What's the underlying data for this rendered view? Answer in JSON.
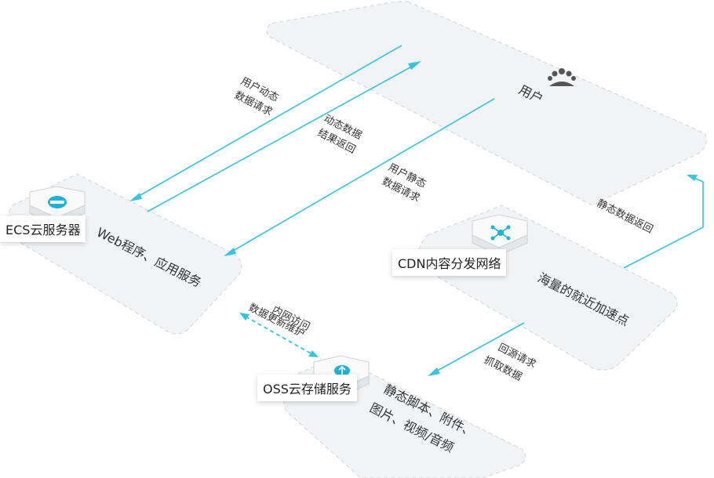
{
  "nodes": {
    "user": {
      "label": "用户"
    },
    "ecs": {
      "tag": "ECS云服务器",
      "label": "Web程序、应用服务"
    },
    "cdn": {
      "tag": "CDN内容分发网络",
      "label": "海量的就近加速点"
    },
    "oss": {
      "tag": "OSS云存储服务",
      "label_line1": "静态脚本、附件、",
      "label_line2": "图片、视频/音频"
    }
  },
  "edges": {
    "user_dynamic_request": {
      "line1": "用户动态",
      "line2": "数据请求"
    },
    "dynamic_result_return": {
      "line1": "动态数据",
      "line2": "结果返回"
    },
    "user_static_request": {
      "line1": "用户静态",
      "line2": "数据请求"
    },
    "static_data_return": {
      "line1": "静态数据返回"
    },
    "internal_access": {
      "line1": "内网访问",
      "line2": "数据更新维护"
    },
    "origin_fetch": {
      "line1": "回源请求",
      "line2": "抓取数据"
    }
  },
  "colors": {
    "flow": "#38c3de",
    "icon": "#1fb2d4",
    "platform": "#f1f3f5"
  }
}
